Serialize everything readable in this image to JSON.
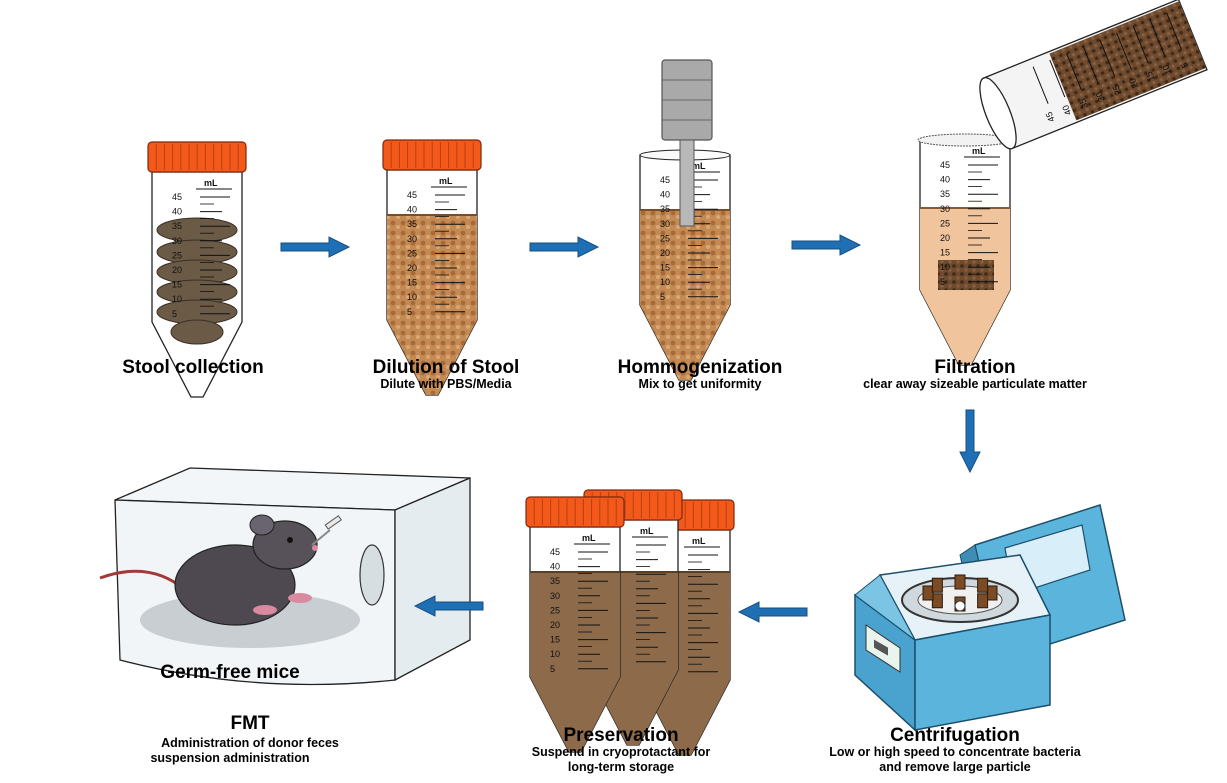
{
  "tube_scale": {
    "unit": "mL",
    "marks": [
      "45",
      "40",
      "35",
      "30",
      "25",
      "20",
      "15",
      "10",
      "5"
    ]
  },
  "steps": [
    {
      "title": "Stool collection",
      "subtitle": ""
    },
    {
      "title": "Dilution of Stool",
      "subtitle": "Dilute with PBS/Media"
    },
    {
      "title": "Hommogenization",
      "subtitle": "Mix to get uniformity"
    },
    {
      "title": "Filtration",
      "subtitle": "clear away sizeable particulate matter"
    },
    {
      "title": "Centrifugation",
      "subtitle": "Low or high speed to concentrate bacteria",
      "subtitle2": "and remove large particle"
    },
    {
      "title": "Preservation",
      "subtitle": "Suspend in cryoprotactant for",
      "subtitle2": "long-term storage"
    },
    {
      "title": "Germ-free mice",
      "subtitle": ""
    }
  ],
  "fmt": {
    "title": "FMT",
    "line1": "Administration of donor feces",
    "line2": "suspension administration"
  },
  "colors": {
    "cap": "#f4591b",
    "arrow": "#1f6fb5",
    "stool": "#6b5a45",
    "diluted": "#c48a54",
    "filtrate": "#f0c49c",
    "preserve": "#8c6a4a",
    "centrifuge": "#5bb4dc",
    "mouse": "#4e4951"
  }
}
